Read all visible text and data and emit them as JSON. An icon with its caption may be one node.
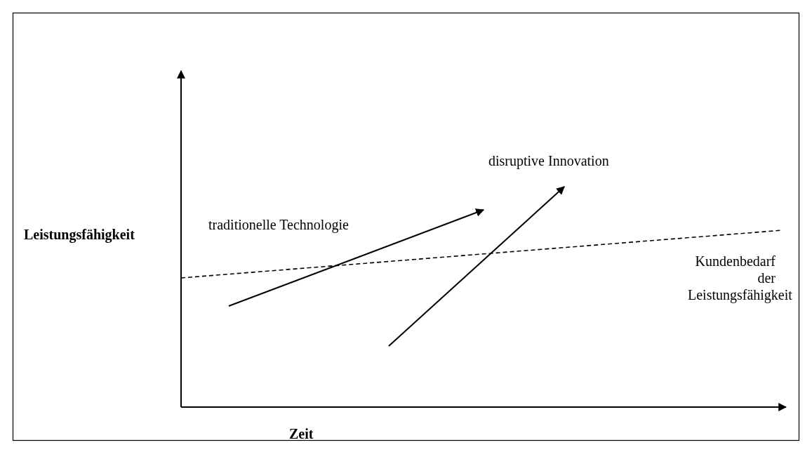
{
  "diagram": {
    "labels": [
      "Leistungsfähigkeit",
      "Zeit",
      "traditionelle Technologie",
      "disruptive Innovation",
      "Kundenbedarf der Leistungsfähigkeit"
    ]
  }
}
